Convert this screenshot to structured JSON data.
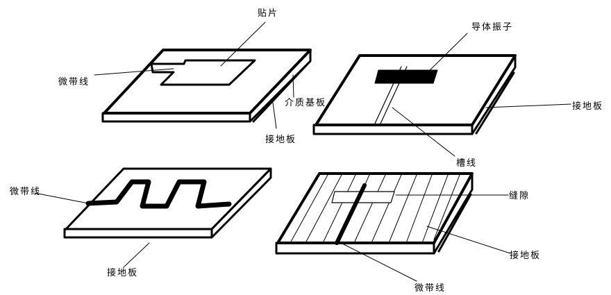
{
  "panel1": {
    "patch": "贴片",
    "microstrip": "微带线",
    "substrate": "介质基板",
    "ground": "接地板"
  },
  "panel2": {
    "dipole": "导体振子",
    "ground": "接地板",
    "slotline": "槽线"
  },
  "panel3": {
    "microstrip": "微带线",
    "ground": "接地板"
  },
  "panel4": {
    "gap": "缝隙",
    "ground": "接地板",
    "microstrip": "微带线"
  },
  "colors": {
    "ink": "#000000",
    "background": "#ffffff"
  }
}
